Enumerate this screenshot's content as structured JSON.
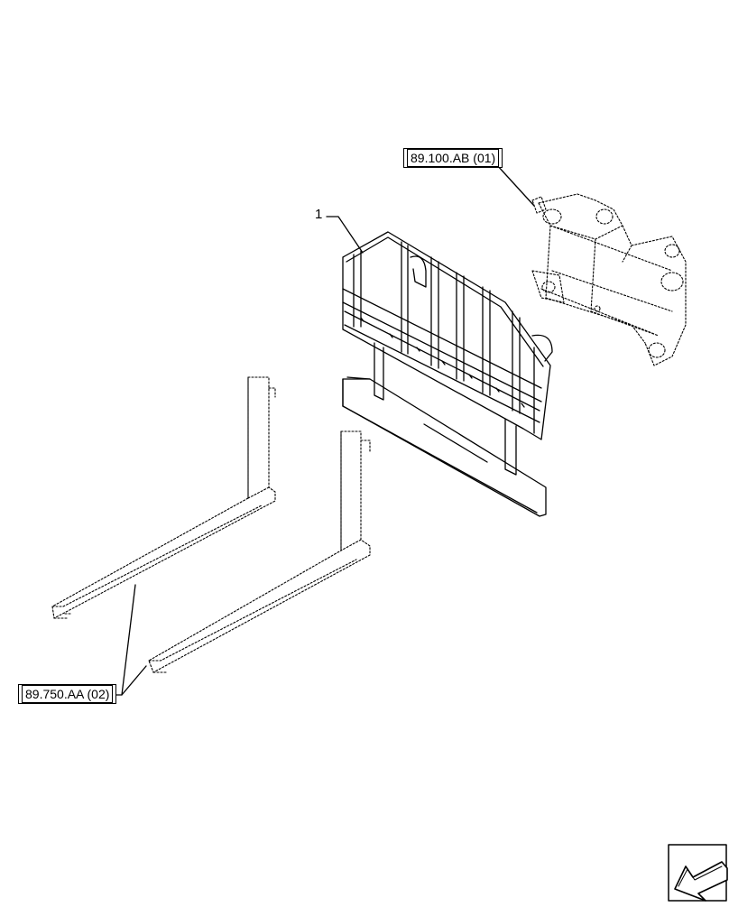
{
  "callouts": {
    "ref_top": "89.100.AB (01)",
    "ref_bottom": "89.750.AA (02)",
    "item_number": "1"
  },
  "icons": {
    "nav": "navigation-arrow-icon"
  }
}
